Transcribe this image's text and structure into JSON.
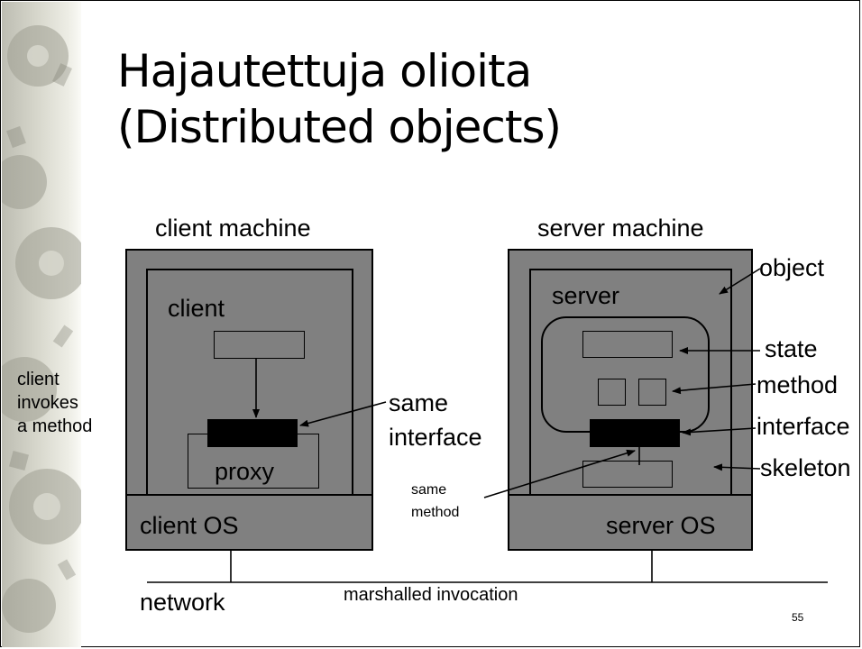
{
  "title": {
    "line1": "Hajautettuja olioita",
    "line2": "(Distributed objects)"
  },
  "client_side": {
    "heading": "client machine",
    "client_label": "client",
    "proxy_label": "proxy",
    "os_label": "client OS"
  },
  "server_side": {
    "heading": "server machine",
    "server_label": "server",
    "os_label": "server OS"
  },
  "annotations": {
    "client_invokes": [
      "client",
      "invokes",
      "a method"
    ],
    "same_interface": [
      "same",
      "interface"
    ],
    "same_method": [
      "same",
      "method"
    ],
    "object": "object",
    "state": "state",
    "method": "method",
    "interface": "interface",
    "skeleton": "skeleton"
  },
  "network": {
    "label": "network",
    "invocation": "marshalled invocation"
  },
  "page_number": "55",
  "colors": {
    "machine_fill": "#808080",
    "line": "#000000",
    "background": "#ffffff"
  }
}
